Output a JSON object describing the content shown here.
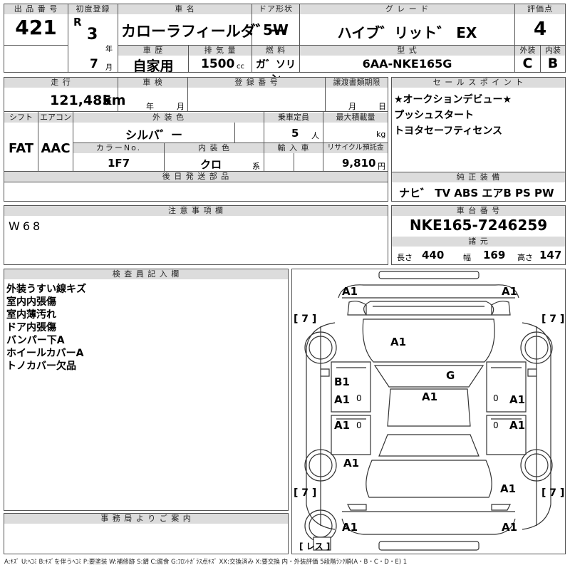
{
  "top": {
    "lot_hdr": "出 品 番 号",
    "lot": "421",
    "first_reg_hdr": "初度登録",
    "era": "R",
    "year": "3",
    "year_unit": "年",
    "month": "7",
    "month_unit": "月",
    "name_hdr": "車 名",
    "name": "カローラフィールダ゛ー",
    "door_hdr": "ドア形状",
    "door": "5W",
    "grade_hdr": "グ レ ー ド",
    "grade": "ハイブ゛リット゛ EX",
    "score_hdr": "評価点",
    "score": "4",
    "history_hdr": "車 歴",
    "history": "自家用",
    "disp_hdr": "排 気 量",
    "disp": "1500",
    "disp_unit": "cc",
    "fuel_hdr": "燃 料",
    "fuel": "ガ゛ソリン",
    "model_hdr": "型 式",
    "model": "6AA-NKE165G",
    "ext_hdr": "外装",
    "ext": "C",
    "int_hdr": "内装",
    "int": "B"
  },
  "mid": {
    "mileage_hdr": "走 行",
    "mileage": "121,485",
    "mileage_unit": "km",
    "inspect_hdr": "車 検",
    "inspect_y": "年",
    "inspect_m": "月",
    "reg_hdr": "登 録 番 号",
    "transfer_hdr": "譲渡書類期限",
    "transfer_m": "月",
    "transfer_d": "日",
    "shift_hdr": "シフト",
    "shift": "FAT",
    "ac_hdr": "エアコン",
    "ac": "AAC",
    "color_hdr": "外 装 色",
    "color": "シルバ゛ー",
    "capacity_hdr": "乗車定員",
    "capacity": "5",
    "capacity_unit": "人",
    "load_hdr": "最大積載量",
    "load_unit": "kg",
    "colorno_hdr": "カラーNo.",
    "colorno": "1F7",
    "interior_hdr": "内 装 色",
    "interior": "クロ",
    "interior_unit": "系",
    "import_hdr": "輸 入 車",
    "recycle_hdr": "リサイクル預託金",
    "recycle": "9,810",
    "recycle_unit": "円",
    "later_hdr": "後 日 発 送 部 品"
  },
  "sales": {
    "hdr": "セ ー ル ス ポ イ ン ト",
    "lines": [
      "★オークションデビュー★",
      "プッシュスタート",
      "トヨタセーフティセンス"
    ]
  },
  "equipment": {
    "hdr": "純 正 装 備",
    "items": "ナヒ゛ TV ABS エアB PS PW"
  },
  "notes": {
    "hdr": "注 意 事 項 欄",
    "text": "W68"
  },
  "chassis": {
    "hdr": "車 台 番 号",
    "number": "NKE165-7246259",
    "dims_hdr": "諸 元",
    "len_label": "長さ",
    "len": "440",
    "wid_label": "幅",
    "wid": "169",
    "hgt_label": "高さ",
    "hgt": "147"
  },
  "inspector": {
    "hdr": "検 査 員 記 入 欄",
    "lines": [
      "外装うすい線キズ",
      "室内内張傷",
      "室内薄汚れ",
      "ドア内張傷",
      "バンパー下A",
      "ホイールカバーA",
      "トノカバー欠品"
    ]
  },
  "office": {
    "hdr": "事 務 局 よ り ご 案 内"
  },
  "diagram": {
    "tire_fl": "[ 7 ]",
    "tire_fr": "[ 7 ]",
    "tire_rl": "[ 7 ]",
    "tire_rr": "[ 7 ]",
    "spare": "[ レス ]",
    "marks": {
      "front_left": "A1",
      "front_right": "A1",
      "hood": "A1",
      "windshield": "G",
      "fl_fender_b": "B1",
      "fl_fender_a": "A1",
      "fl_fender_zero": "0",
      "roof": "A1",
      "fr_door": "A1",
      "fr_door_zero": "0",
      "rl_door": "A1",
      "rl_door_zero": "0",
      "rr_door": "A1",
      "rr_door_zero": "0",
      "rl_quarter": "A1",
      "rr_quarter": "A1",
      "rear_left": "A1",
      "rear_right": "A1"
    }
  },
  "legend": "A:ｷｽﾞ U:ﾍｺﾐ B:ｷｽﾞを伴うﾍｺﾐ P:要塗装 W:補修跡 S:錆 C:腐食 G:ﾌﾛﾝﾄｶﾞﾗｽ点ｷｽﾞ XX:交換済み X:要交換 内・外装評価 5段階ﾗﾝｸ順(A・B・C・D・E) 1"
}
